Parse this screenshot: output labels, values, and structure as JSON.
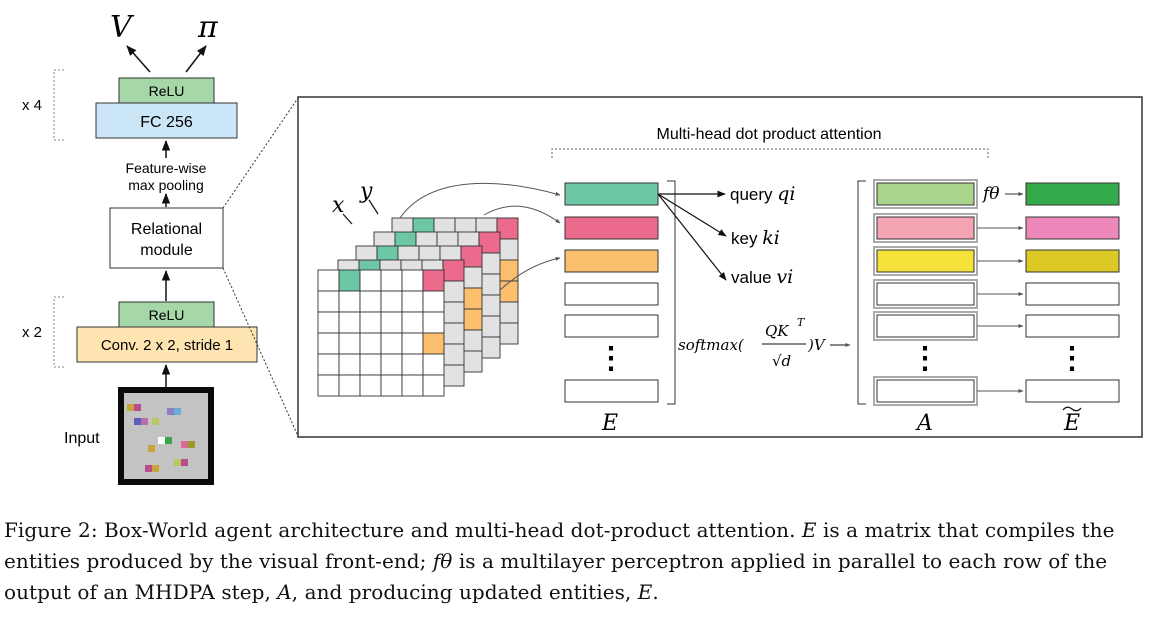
{
  "left": {
    "output_v": "V",
    "output_pi": "π",
    "mult_top": "x 4",
    "relu_top": "ReLU",
    "fc": "FC 256",
    "pool_line1": "Feature-wise",
    "pool_line2": "max pooling",
    "rel_line1": "Relational",
    "rel_line2": "module",
    "mult_bottom": "x 2",
    "relu_bottom": "ReLU",
    "conv": "Conv. 2 x 2, stride 1",
    "input": "Input"
  },
  "right": {
    "title": "Multi-head dot product attention",
    "axis_x": "x",
    "axis_y": "y",
    "query_text": "query ",
    "query_sym": "qi",
    "key_text": "key ",
    "key_sym": "ki",
    "value_text": "value ",
    "value_sym": "vi",
    "softmax_pre": "softmax(",
    "softmax_num": "QK",
    "softmax_sup": "T",
    "softmax_den": "√d",
    "softmax_post": ")V",
    "f_theta": "fθ",
    "label_E": "E",
    "label_A": "A",
    "label_Etilde": "E",
    "dots": "⋮"
  },
  "colors": {
    "relu": "#a6d7a9",
    "fc": "#cbe6f7",
    "conv": "#fde4b1",
    "teal": "#6dc7a4",
    "pink": "#ec6a8b",
    "orange": "#fbbf6d",
    "light_green": "#a9d48c",
    "light_pink": "#f3a3b2",
    "yellow": "#f4e13a",
    "green": "#35aa4a",
    "pink2": "#ee87b9",
    "olive": "#dcc925",
    "grid_gray": "#e2e2e2"
  },
  "caption": {
    "p1": "Figure 2: Box-World agent architecture and multi-head dot-product attention. ",
    "E1": "E",
    "p2": " is a matrix that compiles the entities produced by the visual front-end; ",
    "f": "fθ",
    "p3": " is a multilayer perceptron applied in parallel to each row of the output of an MHDPA step, ",
    "A": "A",
    "p4": ", and producing updated entities, ",
    "E2": "E",
    "p5": "."
  }
}
